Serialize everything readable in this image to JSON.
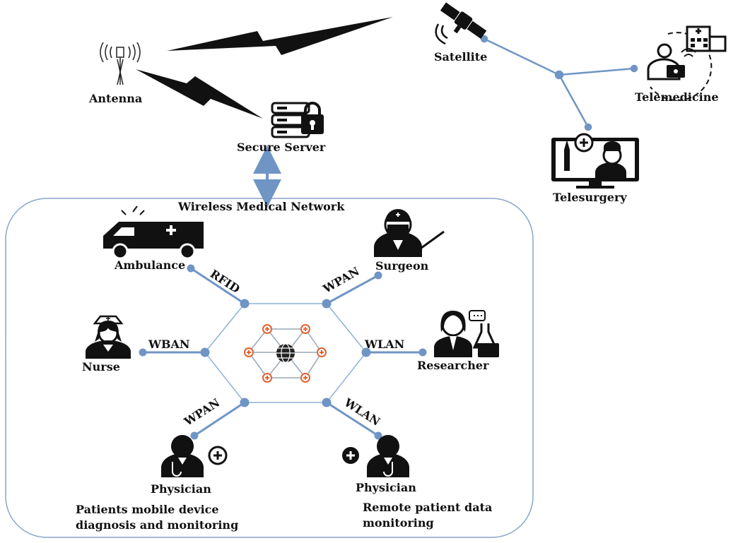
{
  "nodes": {
    "antenna": "Antenna",
    "secure_server": "Secure Server",
    "satellite": "Satellite",
    "telemedicine": "Telemedicine",
    "telesurgery": "Telesurgery",
    "network_title": "Wireless Medical Network",
    "ambulance": "Ambulance",
    "surgeon": "Surgeon",
    "nurse": "Nurse",
    "researcher": "Researcher",
    "physician_left": "Physician",
    "physician_right": "Physician"
  },
  "links": {
    "rfid": "RFID",
    "wpan_top": "WPAN",
    "wban": "WBAN",
    "wlan_right": "WLAN",
    "wpan_bottom": "WPAN",
    "wlan_bottom": "WLAN"
  },
  "descriptions": {
    "left_line1": "Patients mobile device",
    "left_line2": "diagnosis and monitoring",
    "right_line1": "Remote patient data",
    "right_line2": "monitoring"
  },
  "colors": {
    "link_blue": "#6f95c5",
    "icon_black": "#111111",
    "hub_orange": "#e2622f"
  },
  "icons": [
    "antenna-icon",
    "server-lock-icon",
    "satellite-icon",
    "telemedicine-icon",
    "telesurgery-icon",
    "ambulance-icon",
    "surgeon-icon",
    "nurse-icon",
    "researcher-icon",
    "physician-icon",
    "network-hub-icon",
    "globe-icon"
  ]
}
